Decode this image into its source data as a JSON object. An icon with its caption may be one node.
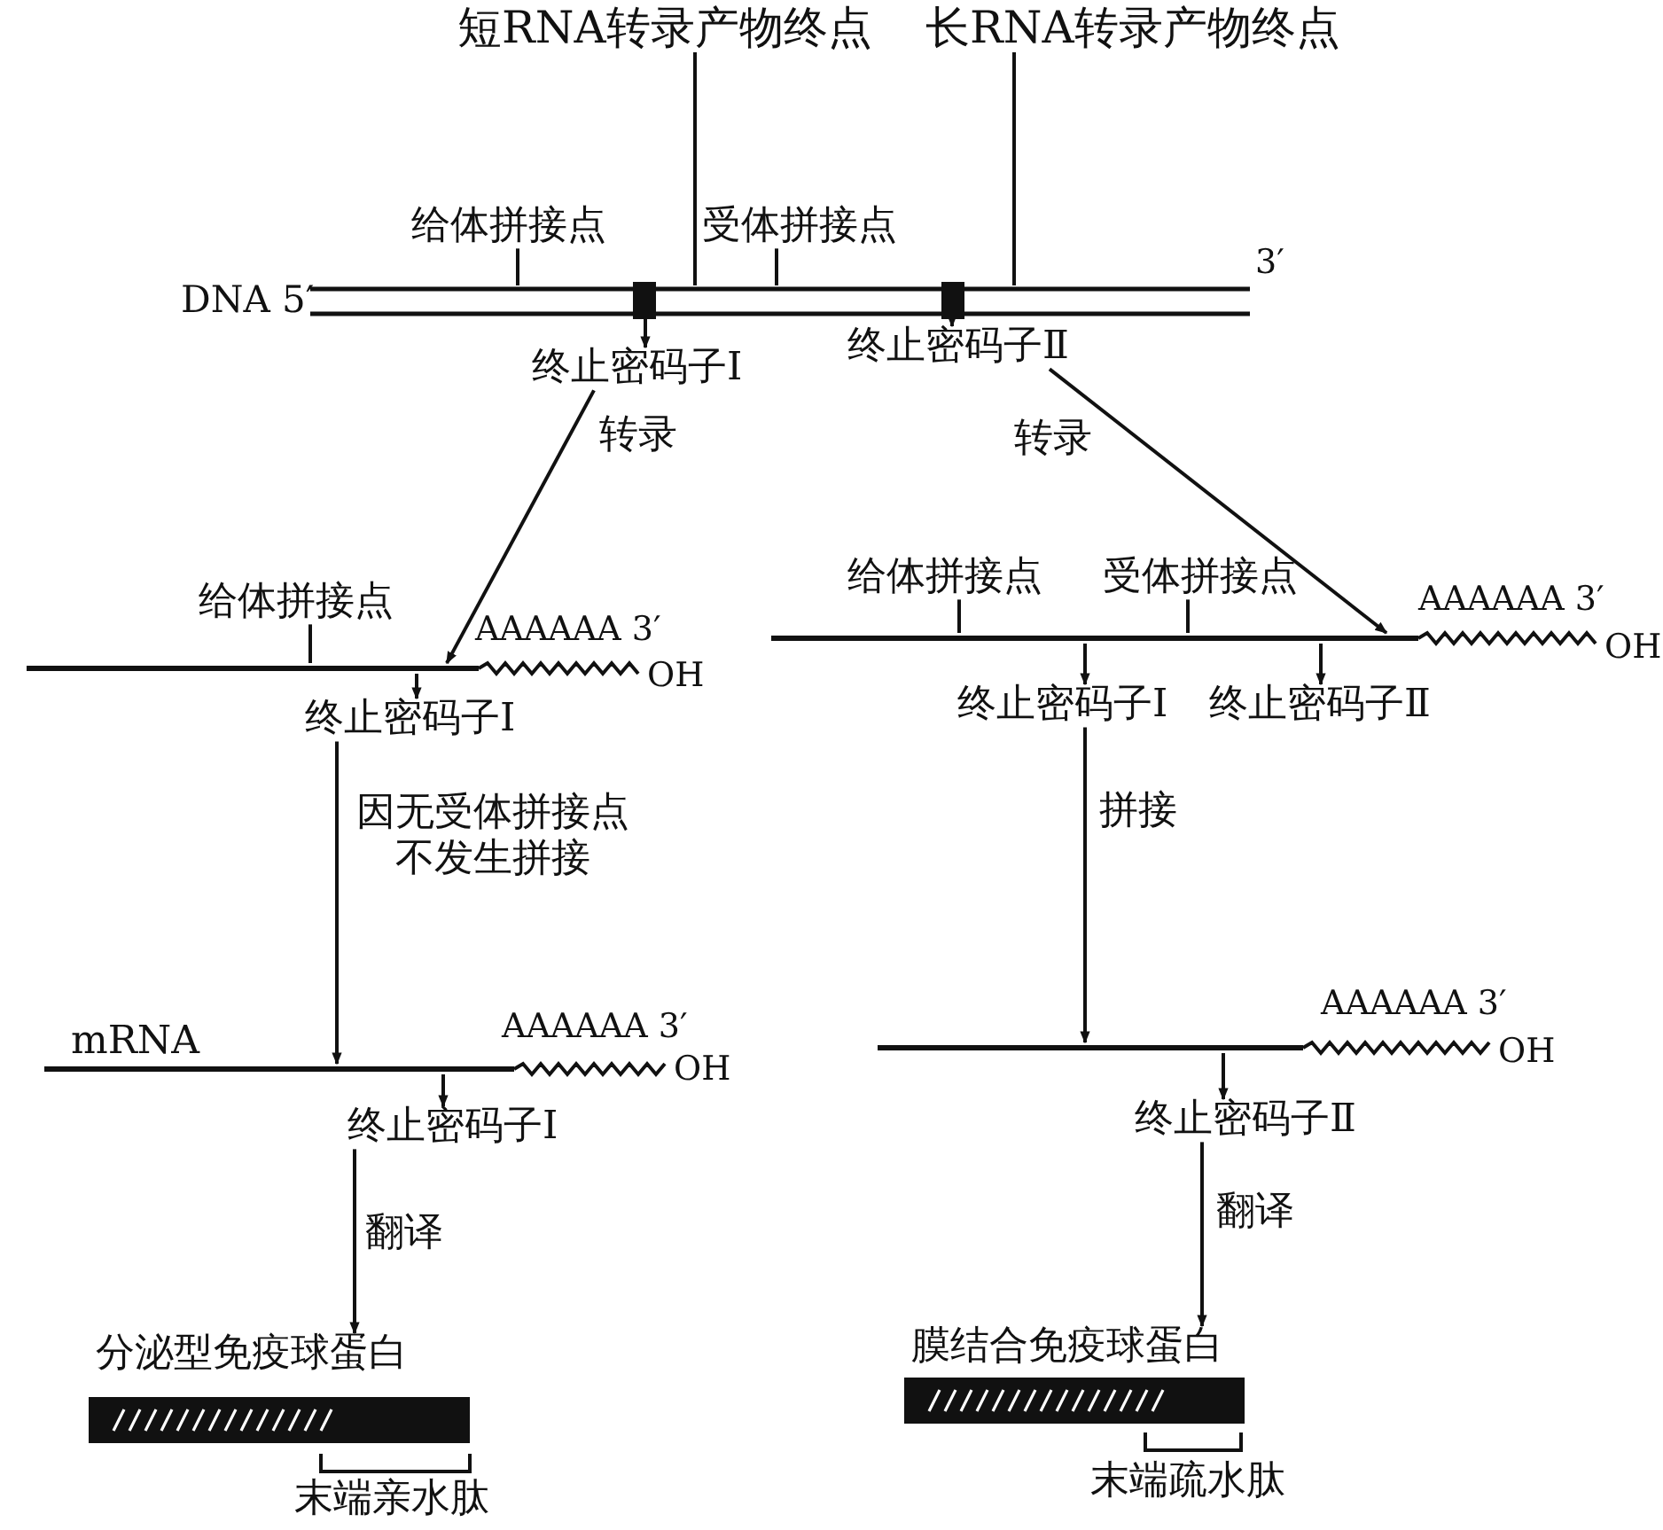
{
  "diagram": {
    "nodes": [
      {
        "text": [
          "DNA 5′",
          "3′"
        ]
      },
      {
        "text": [
          "短RNA转录产物终点"
        ]
      },
      {
        "text": [
          "长RNA转录产物终点"
        ]
      },
      {
        "text": [
          "给体拼接点"
        ]
      },
      {
        "text": [
          "受体拼接点"
        ]
      },
      {
        "text": [],
        "shape": "box",
        "in": 0
      },
      {
        "text": [],
        "shape": "box",
        "in": 0
      },
      {
        "text": [
          "终止密码子Ⅰ"
        ]
      },
      {
        "text": [
          "终止密码子Ⅱ"
        ]
      },
      {
        "text": [
          "AAAAAA 3′",
          "OH"
        ]
      },
      {
        "text": [
          "给体拼接点"
        ]
      },
      {
        "text": [
          "终止密码子Ⅰ"
        ]
      },
      {
        "text": [
          "AAAAAA 3′",
          "OH"
        ]
      },
      {
        "text": [
          "给体拼接点"
        ]
      },
      {
        "text": [
          "受体拼接点"
        ]
      },
      {
        "text": [
          "终止密码子Ⅰ"
        ]
      },
      {
        "text": [
          "终止密码子Ⅱ"
        ]
      },
      {
        "text": [
          "mRNA",
          "AAAAAA 3′",
          "OH"
        ]
      },
      {
        "text": [
          "终止密码子Ⅰ"
        ]
      },
      {
        "text": [
          "AAAAAA 3′",
          "OH"
        ]
      },
      {
        "text": [
          "终止密码子Ⅱ"
        ]
      },
      {
        "text": [
          "分泌型免疫球蛋白"
        ],
        "beside": [
          "末端亲水肽"
        ]
      },
      {
        "text": [
          "膜结合免疫球蛋白"
        ],
        "beside": [
          "末端疏水肽"
        ]
      }
    ],
    "edges": [
      {
        "from": 1,
        "to": 0,
        "arrow": "none"
      },
      {
        "from": 2,
        "to": 0,
        "arrow": "none"
      },
      {
        "from": 3,
        "to": 0,
        "arrow": "none"
      },
      {
        "from": 4,
        "to": 0,
        "arrow": "none"
      },
      {
        "from": 5,
        "to": 7,
        "arrow": "to"
      },
      {
        "from": 6,
        "to": 8,
        "arrow": "to"
      },
      {
        "from": 7,
        "to": 9,
        "arrow": "to",
        "label": "转录"
      },
      {
        "from": 8,
        "to": 12,
        "arrow": "to",
        "label": "转录"
      },
      {
        "from": 10,
        "to": 9,
        "arrow": "none"
      },
      {
        "from": 9,
        "to": 11,
        "arrow": "to"
      },
      {
        "from": 13,
        "to": 12,
        "arrow": "none"
      },
      {
        "from": 14,
        "to": 12,
        "arrow": "none"
      },
      {
        "from": 12,
        "to": 15,
        "arrow": "to"
      },
      {
        "from": 12,
        "to": 16,
        "arrow": "to"
      },
      {
        "from": 11,
        "to": 17,
        "arrow": "to",
        "label": "因无受体拼接点不发生拼接"
      },
      {
        "from": 15,
        "to": 19,
        "arrow": "to",
        "label": "拼接"
      },
      {
        "from": 17,
        "to": 18,
        "arrow": "to"
      },
      {
        "from": 19,
        "to": 20,
        "arrow": "to"
      },
      {
        "from": 18,
        "to": 21,
        "arrow": "to",
        "label": "翻译"
      },
      {
        "from": 20,
        "to": 22,
        "arrow": "to",
        "label": "翻译"
      }
    ]
  }
}
